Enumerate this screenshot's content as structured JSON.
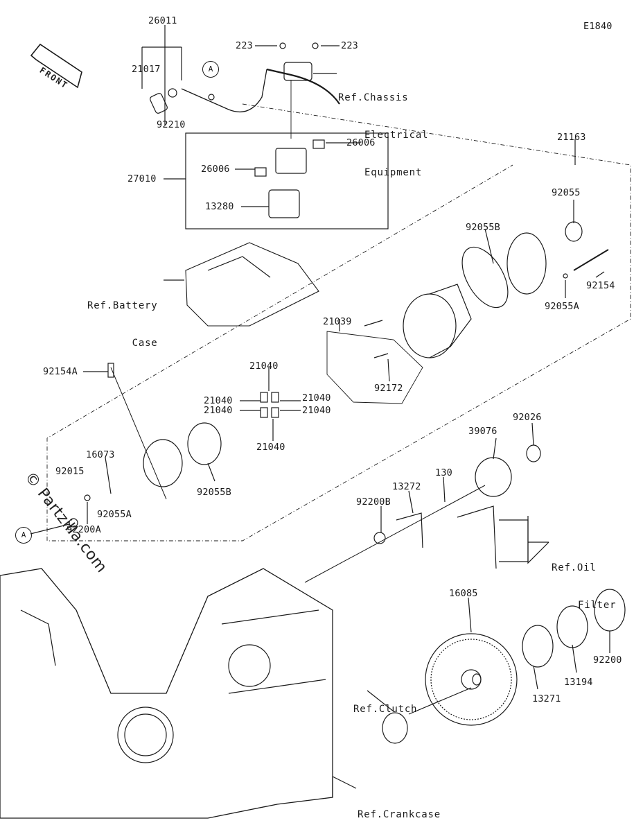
{
  "diagram_code": "E1840",
  "front_label": "FRONT",
  "watermark": "© Partzilla.com",
  "circle_marker": "A",
  "parts": [
    {
      "id": "p26011",
      "label": "26011"
    },
    {
      "id": "p21017",
      "label": "21017"
    },
    {
      "id": "p92210",
      "label": "92210"
    },
    {
      "id": "p223a",
      "label": "223"
    },
    {
      "id": "p223b",
      "label": "223"
    },
    {
      "id": "p26006a",
      "label": "26006"
    },
    {
      "id": "p26006b",
      "label": "26006"
    },
    {
      "id": "p27010",
      "label": "27010"
    },
    {
      "id": "p13280",
      "label": "13280"
    },
    {
      "id": "p21163",
      "label": "21163"
    },
    {
      "id": "p92055",
      "label": "92055"
    },
    {
      "id": "p92055B1",
      "label": "92055B"
    },
    {
      "id": "p92154",
      "label": "92154"
    },
    {
      "id": "p92055A",
      "label": "92055A"
    },
    {
      "id": "p21039",
      "label": "21039"
    },
    {
      "id": "p92172",
      "label": "92172"
    },
    {
      "id": "p92154A",
      "label": "92154A"
    },
    {
      "id": "p21040t",
      "label": "21040"
    },
    {
      "id": "p21040l1",
      "label": "21040"
    },
    {
      "id": "p21040l2",
      "label": "21040"
    },
    {
      "id": "p21040r1",
      "label": "21040"
    },
    {
      "id": "p21040r2",
      "label": "21040"
    },
    {
      "id": "p21040b",
      "label": "21040"
    },
    {
      "id": "p16073",
      "label": "16073"
    },
    {
      "id": "p92015",
      "label": "92015"
    },
    {
      "id": "p92055A2",
      "label": "92055A"
    },
    {
      "id": "p92200A",
      "label": "92200A"
    },
    {
      "id": "p92055B2",
      "label": "92055B"
    },
    {
      "id": "p39076",
      "label": "39076"
    },
    {
      "id": "p92026",
      "label": "92026"
    },
    {
      "id": "p130",
      "label": "130"
    },
    {
      "id": "p13272",
      "label": "13272"
    },
    {
      "id": "p92200B",
      "label": "92200B"
    },
    {
      "id": "p16085",
      "label": "16085"
    },
    {
      "id": "p13271",
      "label": "13271"
    },
    {
      "id": "p13194",
      "label": "13194"
    },
    {
      "id": "p92200",
      "label": "92200"
    }
  ],
  "references": {
    "chassis": [
      "Ref.Chassis",
      "Electrical",
      "Equipment"
    ],
    "battery": [
      "Ref.Battery",
      "Case"
    ],
    "oil": [
      "Ref.Oil",
      "Filter"
    ],
    "clutch": [
      "Ref.Clutch"
    ],
    "crankcase": [
      "Ref.Crankcase"
    ]
  }
}
